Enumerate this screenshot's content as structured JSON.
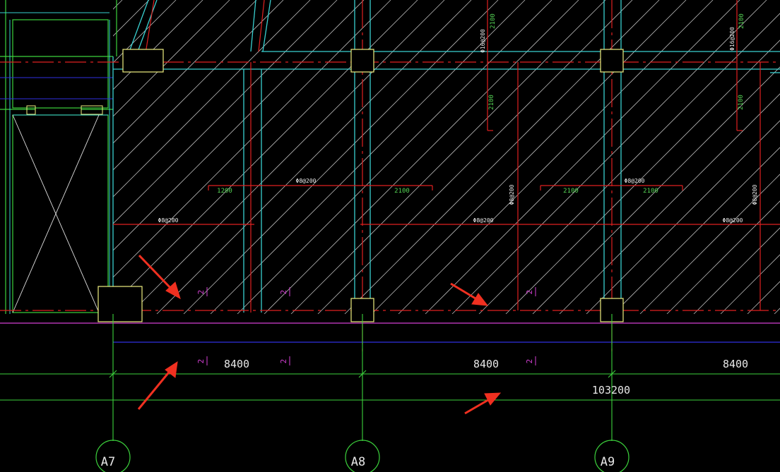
{
  "colors": {
    "background": "#000000",
    "wall": "#39d0d0",
    "rebar": "#e02020",
    "dimension": "#3cd23c",
    "hatch": "#e0e0e0",
    "column": "#f0f080",
    "section": "#d43fd4",
    "axis_line": "#3030e0",
    "arrow": "#f03020"
  },
  "icons": [
    "annotation-arrow-icon"
  ],
  "axes": [
    {
      "label": "A7"
    },
    {
      "label": "A8"
    },
    {
      "label": "A9"
    }
  ],
  "dimensions": {
    "bays": [
      "8400",
      "8400",
      "8400"
    ],
    "total": "103200"
  },
  "rebar_labels": {
    "top_left": "Φ8@200",
    "top_right": "Φ8@200",
    "lower_left": "Φ8@200",
    "lower_mid": "Φ8@200",
    "lower_right": "Φ8@200",
    "vertical_a": "Φ16@200",
    "vertical_b": "Φ16@200",
    "vertical_c": "Φ8@200",
    "vertical_d": "Φ8@200",
    "mid_right": "Φ8@200"
  },
  "lengths": {
    "l1200": "1200",
    "l2100_a": "2100",
    "l2100_b": "2100",
    "l2100_c": "2100",
    "v2100_a": "2100",
    "v2100_b": "2100",
    "v2100_c": "2100",
    "v2100_d": "2100"
  },
  "section_marks": [
    "2",
    "2",
    "2",
    "2",
    "2",
    "2"
  ]
}
